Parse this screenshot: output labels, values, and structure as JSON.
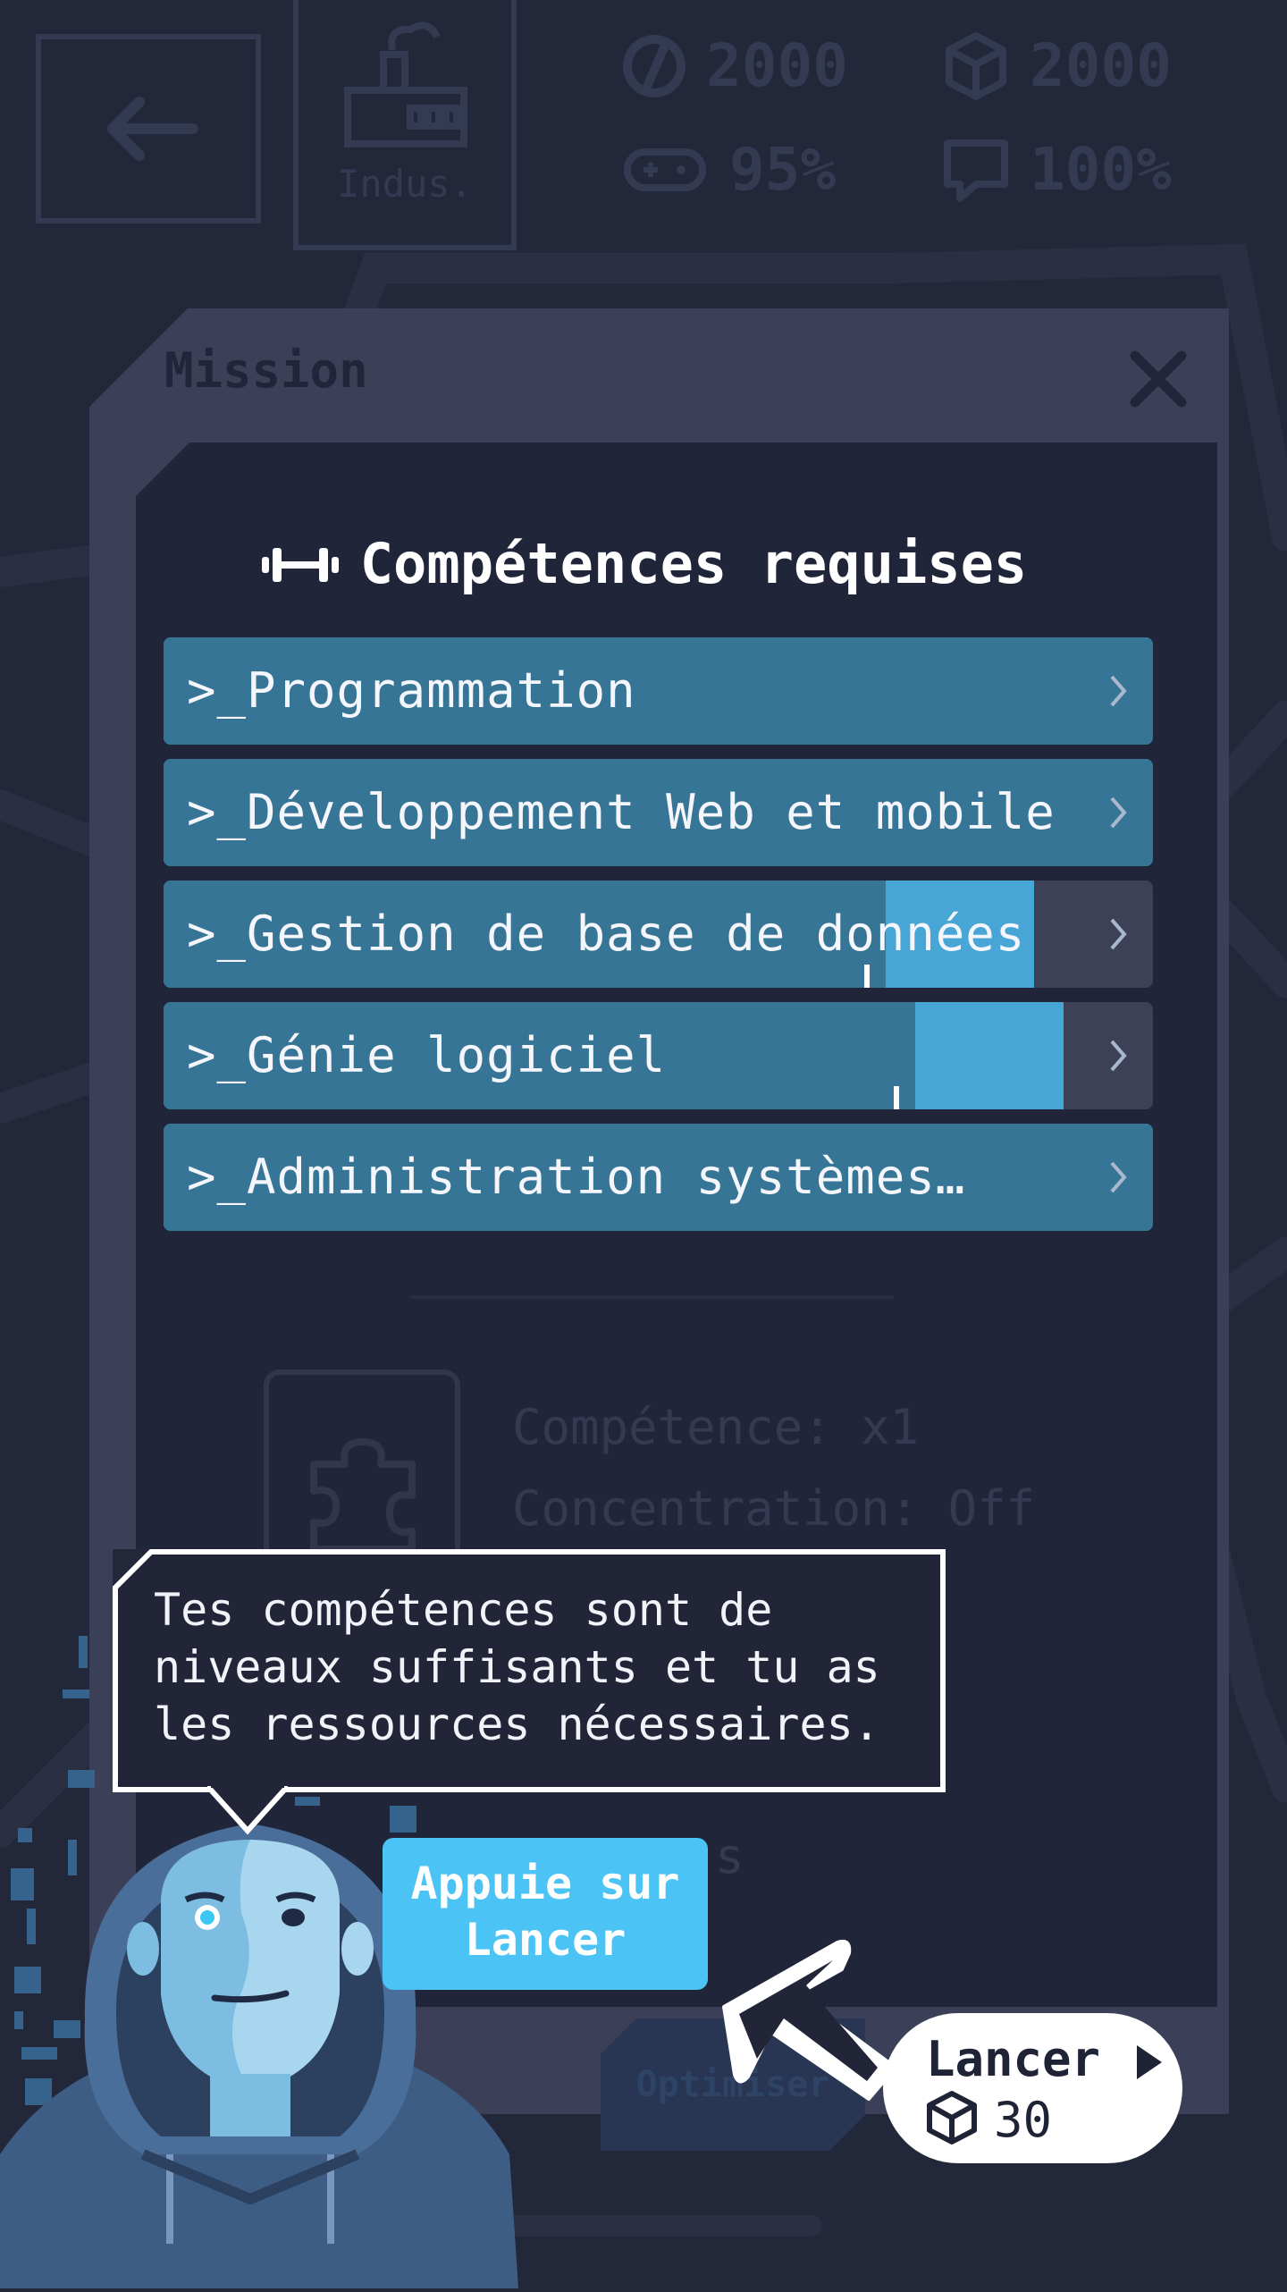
{
  "hud": {
    "building_label": "Indus.",
    "stats": [
      {
        "icon": "money-icon",
        "value": "2000"
      },
      {
        "icon": "cube-icon",
        "value": "2000"
      },
      {
        "icon": "gamepad-icon",
        "value": "95%"
      },
      {
        "icon": "chat-icon",
        "value": "100%"
      }
    ]
  },
  "modal": {
    "tab_label": "Mission",
    "section_title": "Compétences requises",
    "skills": [
      {
        "label": ">_Programmation",
        "level": 1.0,
        "requirement": 1.0
      },
      {
        "label": ">_Développement Web et mobile",
        "level": 1.0,
        "requirement": 1.0
      },
      {
        "label": ">_Gestion de base de données",
        "level": 0.88,
        "requirement": 0.73
      },
      {
        "label": ">_Génie logiciel",
        "level": 0.91,
        "requirement": 0.76
      },
      {
        "label": ">_Administration systèmes…",
        "level": 1.0,
        "requirement": 1.0
      }
    ],
    "bonus_lines": [
      "Compétence: x1",
      "Concentration: Off"
    ],
    "partial_text": "s",
    "optimize_label": "Optimiser"
  },
  "tutorial": {
    "speech": "Tes compétences sont de\nniveaux suffisants et tu as\nles ressources nécessaires.",
    "hint": "Appuie sur\nLancer"
  },
  "launch": {
    "label": "Lancer",
    "cost": "30"
  },
  "colors": {
    "background": "#23273a",
    "skill_fill": "#377596",
    "skill_level": "#47a6d5",
    "hint_button": "#4bc3f4"
  }
}
